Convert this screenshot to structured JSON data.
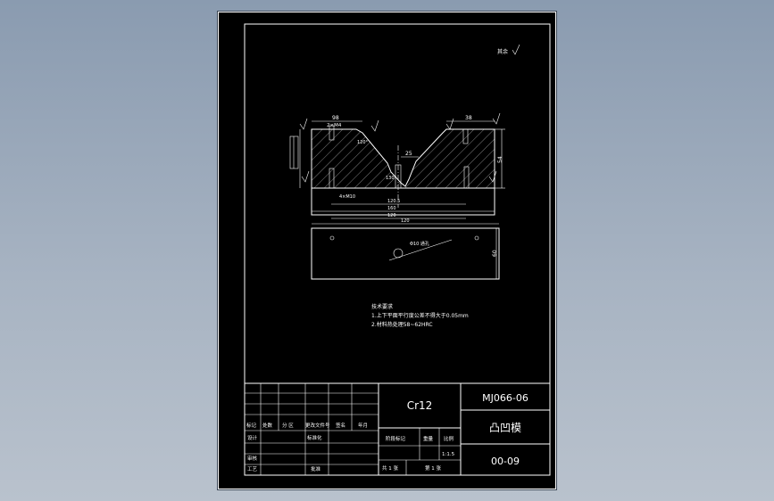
{
  "drawing": {
    "roughness_note": "其余",
    "dimensions": {
      "top_left_width": "98",
      "top_left_thread": "2×M4",
      "top_right_width": "38",
      "mid_width": "25",
      "right_height": "54",
      "bottom_thread": "4×M10",
      "base_len_1": "120.5",
      "base_len_2": "160",
      "base_len_3": "120",
      "angle_left": "120°",
      "angle_mid": "130°",
      "plan_dia": "Φ10 通孔",
      "plan_height": "60"
    },
    "tech_req": {
      "title": "技术要求",
      "line1": "1.上下平面平行度公差不得大于0.05mm",
      "line2": "2.材料热处理58~62HRC"
    }
  },
  "title_block": {
    "material": "Cr12",
    "drawing_no": "MJ066-06",
    "part_name": "凸凹模",
    "doc_no": "00-09",
    "hdr_mark": "标记",
    "hdr_count": "处数",
    "hdr_zone": "分 区",
    "hdr_change": "更改文件号",
    "hdr_sign": "签名",
    "hdr_date": "年月",
    "design": "设计",
    "standard": "标准化",
    "review": "审核",
    "process": "工艺",
    "approve": "批准",
    "stage_mark": "阶段标记",
    "weight": "重量",
    "scale": "比例",
    "scale_val": "1:1.5",
    "sheets_total": "共 1 张",
    "sheet_no": "第 1 张"
  },
  "colors": {
    "sheet_bg": "#000000",
    "line": "#ffffff"
  }
}
